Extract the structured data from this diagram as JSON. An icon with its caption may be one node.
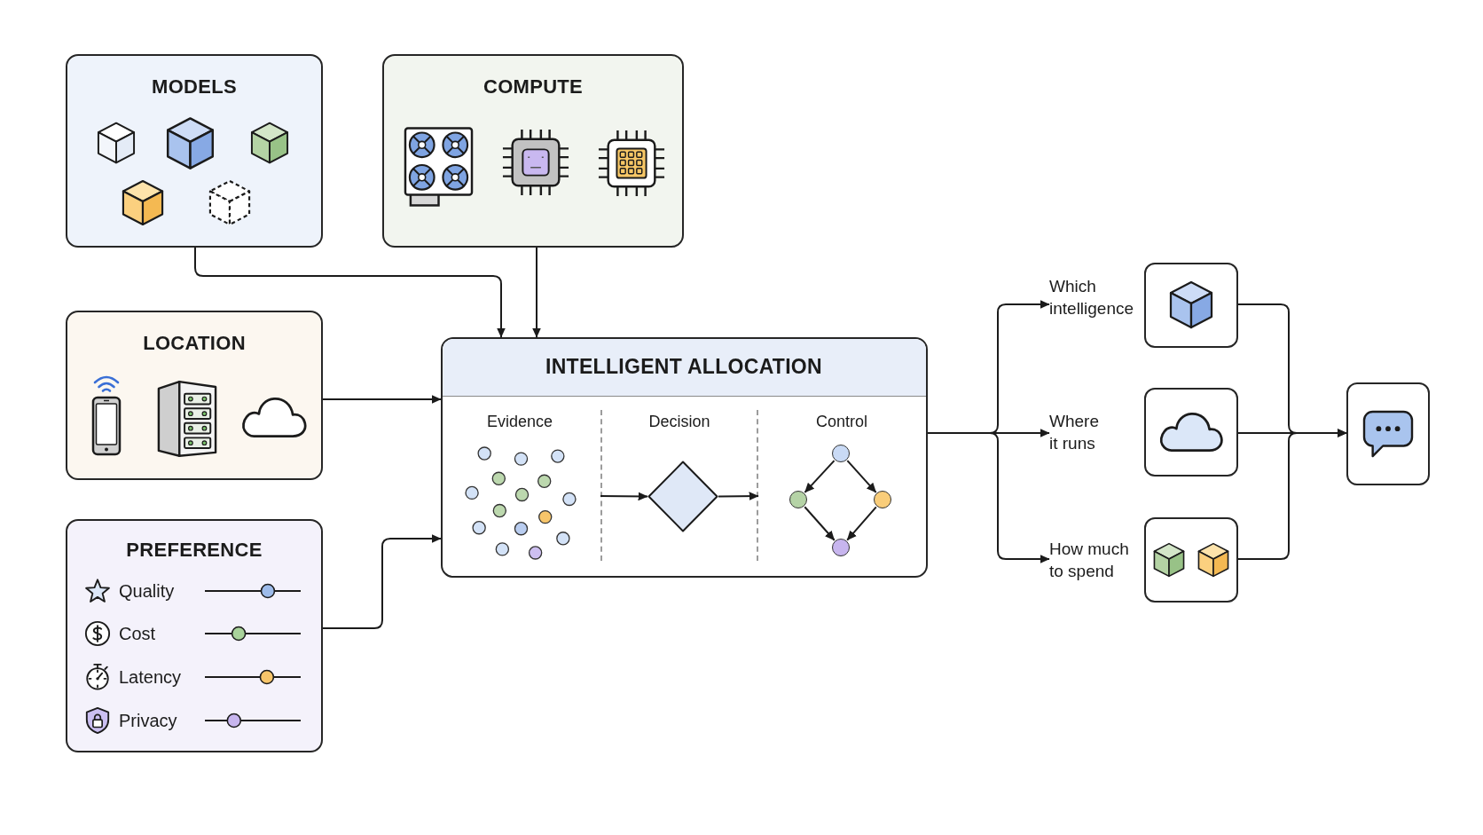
{
  "diagram": {
    "nodes": [
      {
        "text": [
          "MODELS"
        ]
      },
      {
        "text": [
          "COMPUTE"
        ]
      },
      {
        "text": [
          "LOCATION"
        ]
      },
      {
        "text": [
          "PREFERENCE",
          "Quality",
          "Cost",
          "Latency",
          "Privacy"
        ]
      },
      {
        "text": [
          "INTELLIGENT ALLOCATION"
        ]
      },
      {
        "text": [
          "Evidence"
        ],
        "in": 4
      },
      {
        "text": [
          "Decision"
        ],
        "in": 4
      },
      {
        "text": [],
        "shape": "diamond",
        "in": 6
      },
      {
        "text": [
          "Control"
        ],
        "in": 4
      },
      {
        "text": [],
        "shape": "circle",
        "in": 8
      },
      {
        "text": [],
        "shape": "circle",
        "in": 8
      },
      {
        "text": [],
        "shape": "circle",
        "in": 8
      },
      {
        "text": [],
        "shape": "circle",
        "in": 8
      },
      {
        "text": [
          "Which intelligence"
        ]
      },
      {
        "text": [],
        "shape": "box"
      },
      {
        "text": [
          "Where it runs"
        ]
      },
      {
        "text": [],
        "shape": "box"
      },
      {
        "text": [
          "How much to spend"
        ]
      },
      {
        "text": [],
        "shape": "box"
      },
      {
        "text": [],
        "shape": "box"
      }
    ],
    "edges": [
      {
        "from": 0,
        "to": 4,
        "arrow": "to"
      },
      {
        "from": 1,
        "to": 4,
        "arrow": "to"
      },
      {
        "from": 2,
        "to": 4,
        "arrow": "to"
      },
      {
        "from": 3,
        "to": 4,
        "arrow": "to"
      },
      {
        "from": 5,
        "to": 7,
        "arrow": "to"
      },
      {
        "from": 7,
        "to": 8,
        "arrow": "to"
      },
      {
        "from": 9,
        "to": 10,
        "arrow": "to"
      },
      {
        "from": 9,
        "to": 11,
        "arrow": "to"
      },
      {
        "from": 10,
        "to": 12,
        "arrow": "to"
      },
      {
        "from": 11,
        "to": 12,
        "arrow": "to"
      },
      {
        "from": 4,
        "to": 13,
        "arrow": "to"
      },
      {
        "from": 4,
        "to": 15,
        "arrow": "to"
      },
      {
        "from": 4,
        "to": 17,
        "arrow": "to"
      },
      {
        "from": 14,
        "to": 19,
        "arrow": "to"
      },
      {
        "from": 16,
        "to": 19,
        "arrow": "to"
      },
      {
        "from": 18,
        "to": 19,
        "arrow": "to"
      }
    ]
  }
}
